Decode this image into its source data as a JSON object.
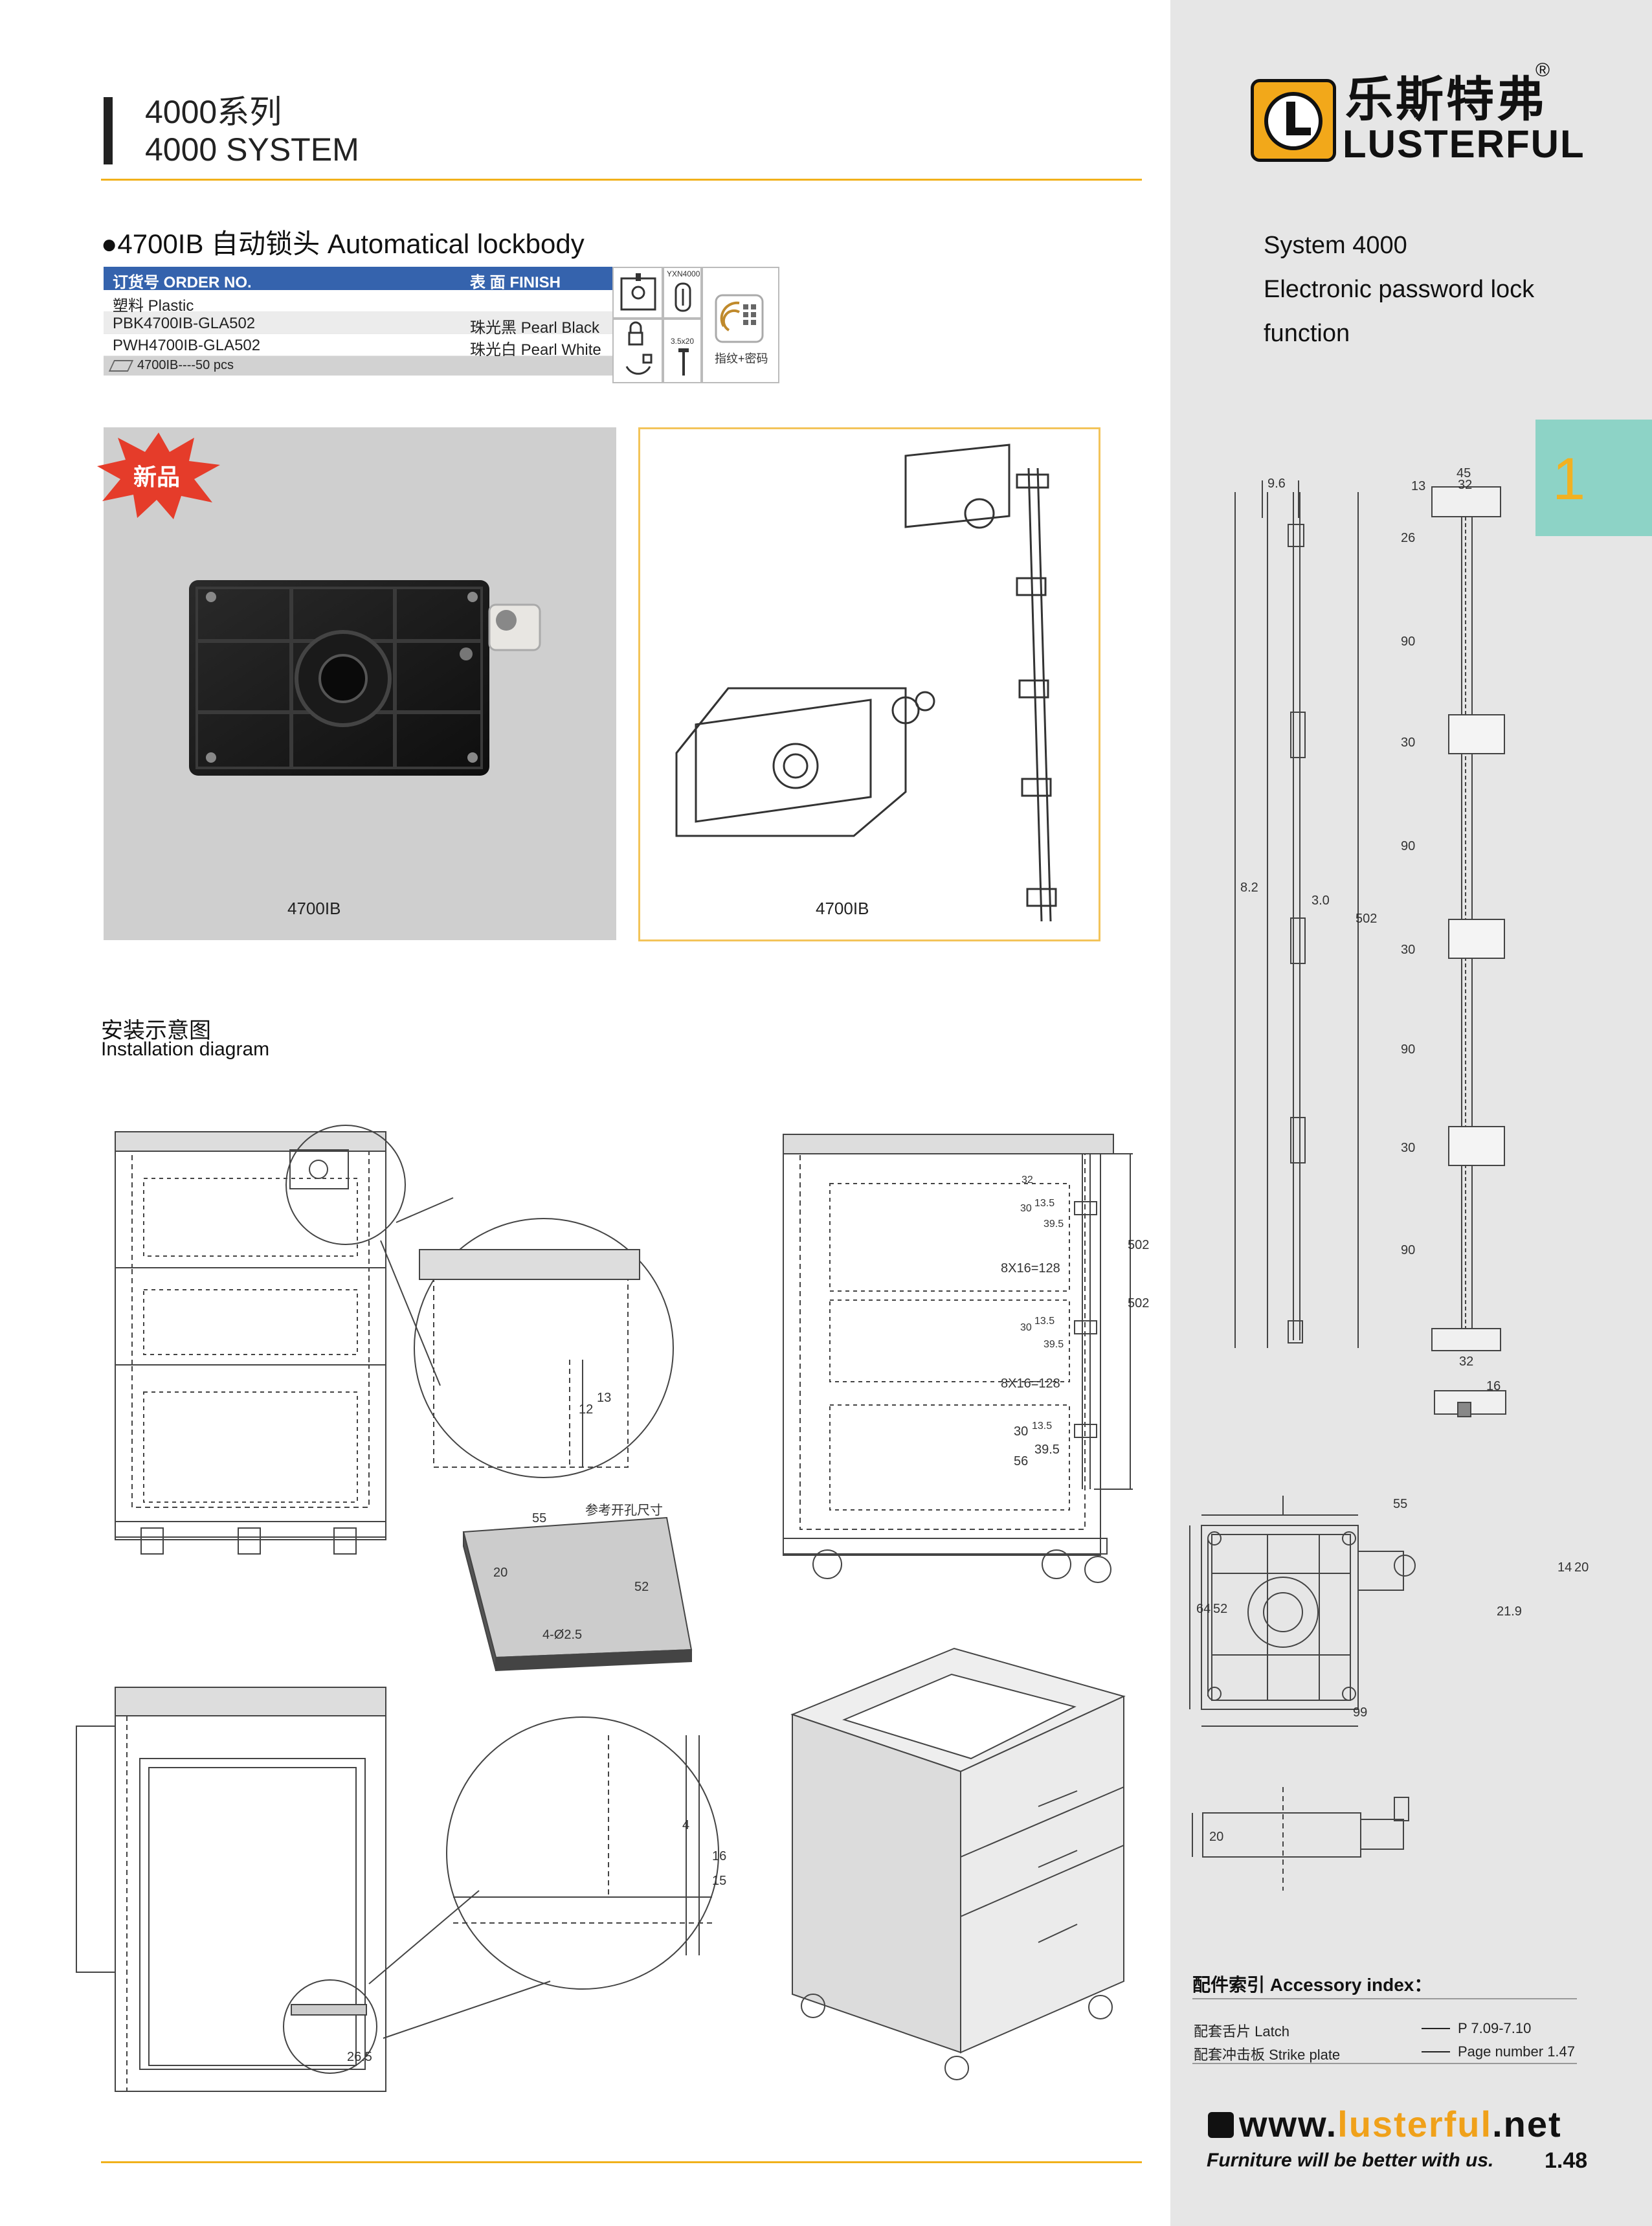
{
  "header": {
    "series_cn": "4000系列",
    "series_en": "4000 SYSTEM"
  },
  "brand": {
    "name_cn": "乐斯特弗",
    "name_en": "LUSTERFUL",
    "reg": "®"
  },
  "sidebar": {
    "lines": [
      "System 4000",
      "Electronic password lock",
      "function"
    ],
    "tab": "1"
  },
  "product": {
    "title": "●4700IB  自动锁头   Automatical lockbody",
    "table": {
      "col_order": "订货号 ORDER NO.",
      "col_finish": "表 面 FINISH",
      "rows": [
        {
          "order": "塑料 Plastic",
          "finish": ""
        },
        {
          "order": "PBK4700IB-GLA502",
          "finish": "珠光黑 Pearl Black"
        },
        {
          "order": "PWH4700IB-GLA502",
          "finish": "珠光白 Pearl White"
        }
      ],
      "pack": "4700IB----50 pcs"
    },
    "icons": {
      "model": "YXN4000",
      "screw": "3.5x20",
      "function": "指纹+密码"
    },
    "new_badge": "新品",
    "photo_caption": "4700IB",
    "drawing_caption": "4700IB"
  },
  "install": {
    "title_cn": "安装示意图",
    "title_en": "Installation diagram"
  },
  "dims": {
    "rod": [
      "9.6",
      "45",
      "32",
      "13",
      "26",
      "90",
      "30",
      "90",
      "30",
      "90",
      "30",
      "90",
      "502",
      "8.2",
      "3.0",
      "32",
      "16"
    ],
    "lock": [
      "55",
      "14",
      "20",
      "64",
      "52",
      "21.9",
      "99",
      "20"
    ],
    "cabinet": [
      "32",
      "30",
      "13.5",
      "39.5",
      "8X16=128",
      "502",
      "502",
      "30",
      "13.5",
      "39.5",
      "8X16=128",
      "30",
      "13.5",
      "39.5",
      "56"
    ],
    "detail1": [
      "12",
      "13"
    ],
    "hole": {
      "label": "参考开孔尺寸",
      "d55": "55",
      "d20": "20",
      "d52": "52",
      "d25": "4-Ø2.5"
    },
    "detail2": [
      "4",
      "16",
      "15"
    ],
    "detail3": "26.5"
  },
  "accessory": {
    "title": "配件索引 Accessory index：",
    "rows": [
      {
        "name": "配套舌片 Latch",
        "ref": "P 7.09-7.10"
      },
      {
        "name": "配套冲击板 Strike plate",
        "ref": "Page number 1.47"
      }
    ]
  },
  "footer": {
    "web_pre": "www.",
    "web_brand": "lusterful",
    "web_post": ".net",
    "slogan": "Furniture will be better with us.",
    "page": "1.48"
  },
  "colors": {
    "accent": "#f1b11b",
    "table_head": "#3563ad",
    "tab": "#8dd3c6",
    "sidebar": "#e6e6e6"
  }
}
